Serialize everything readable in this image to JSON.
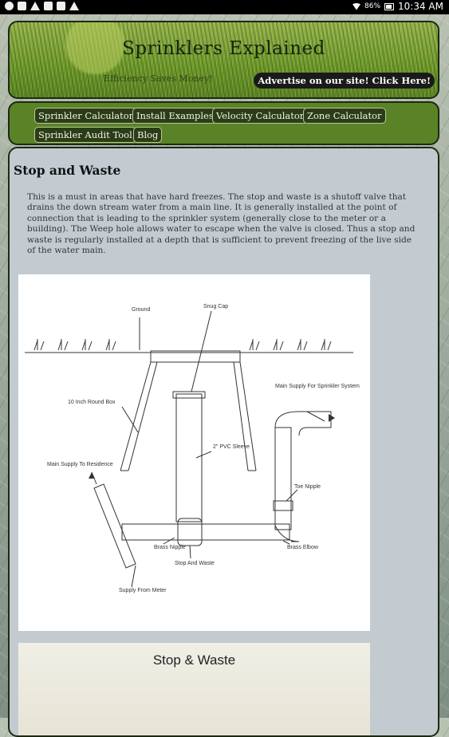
{
  "status_bar": {
    "battery_percent": "86%",
    "time": "10:34 AM"
  },
  "header": {
    "title": "Sprinklers Explained",
    "tagline": "Efficiency Saves Money!",
    "advertise_label": "Advertise on our site! Click Here!"
  },
  "nav": {
    "items": [
      {
        "label": "Sprinkler Calculator"
      },
      {
        "label": "Install Examples"
      },
      {
        "label": "Velocity Calculator"
      },
      {
        "label": "Zone Calculator"
      },
      {
        "label": "Sprinkler Audit Tool"
      },
      {
        "label": "Blog"
      }
    ]
  },
  "article": {
    "title": "Stop and Waste",
    "body": "This is a must in areas that have hard freezes. The stop and waste is a shutoff valve that drains the down stream water from a main line. It is generally installed at the point of connection that is leading to the sprinkler system (generally close to the meter or a building). The Weep hole allows water to escape when the valve is closed. Thus a stop and waste is regularly installed at a depth that is sufficient to prevent freezing of the live side of the water main."
  },
  "diagram": {
    "labels": {
      "ground": "Ground",
      "snug_cap": "Snug Cap",
      "round_box": "10 Inch Round Box",
      "main_supply_sprinkler": "Main Supply For Sprinkler System",
      "pvc_sleeve": "2\" PVC Sleeve",
      "main_supply_residence": "Main Supply To Residence",
      "toe_nipple": "Toe Nipple",
      "brass_nipple": "Brass Nipple",
      "stop_and_waste": "Stop And Waste",
      "brass_elbow": "Brass Elbow",
      "supply_from_meter": "Supply From Meter"
    }
  },
  "figure2": {
    "title": "Stop & Waste"
  }
}
